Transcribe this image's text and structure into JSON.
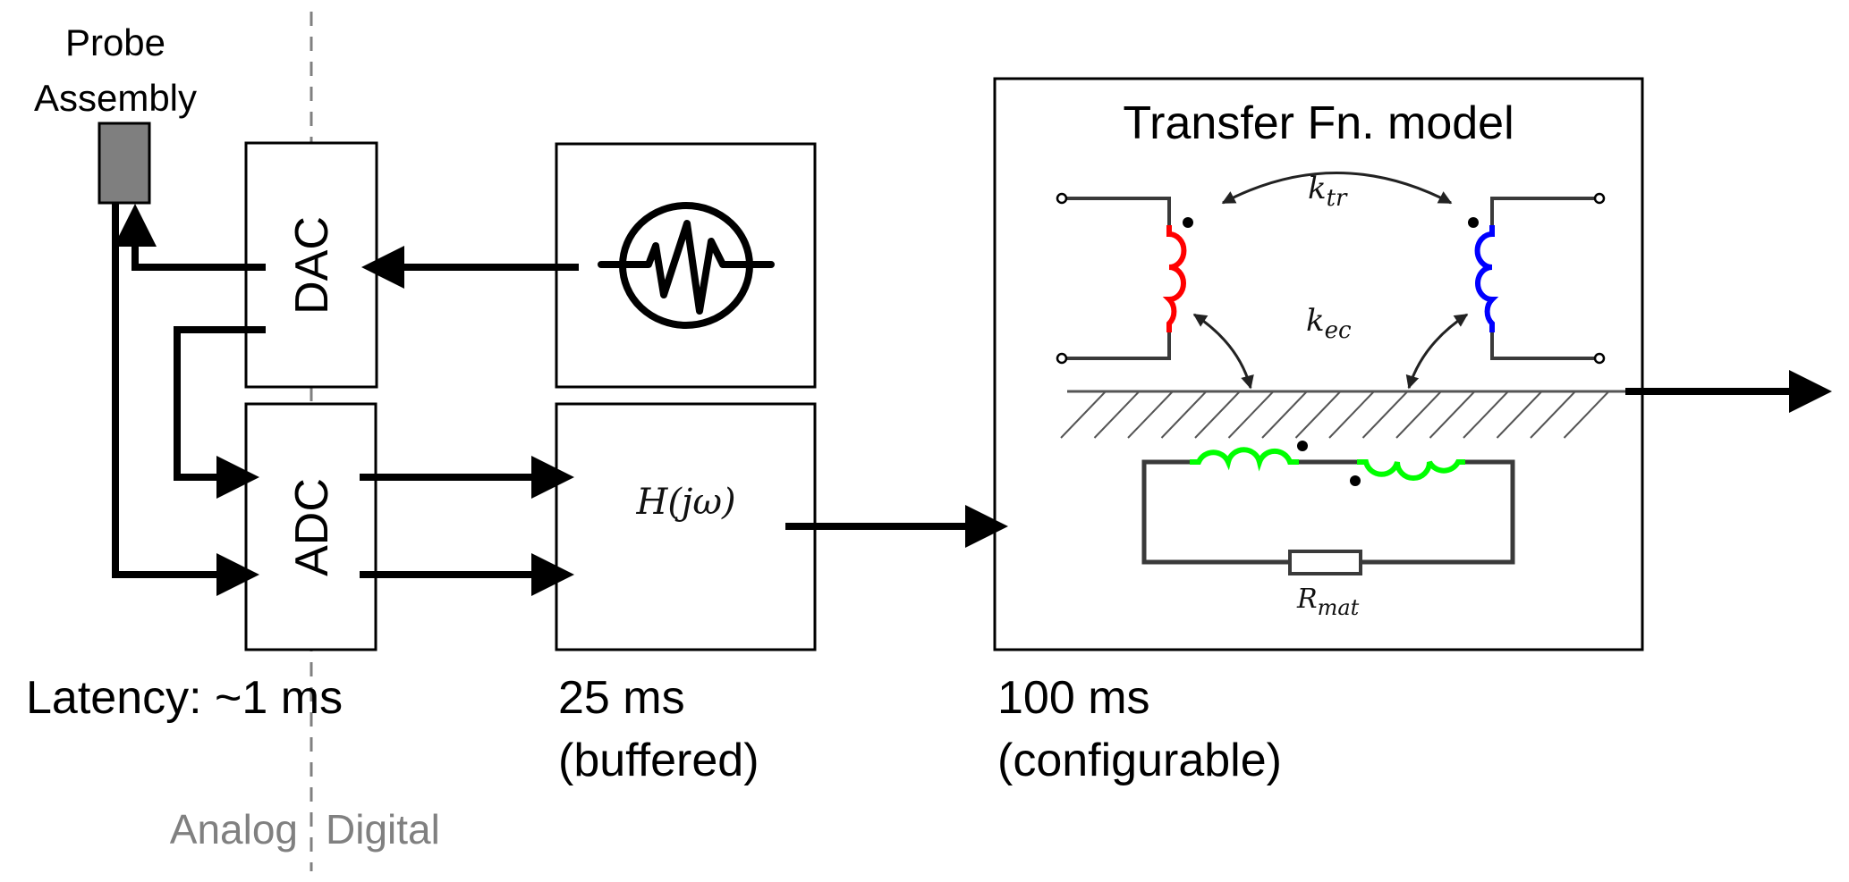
{
  "probe": {
    "label_line1": "Probe",
    "label_line2": "Assembly",
    "fill_color": "#7f7f7f"
  },
  "blocks": {
    "dac": {
      "label": "DAC"
    },
    "adc": {
      "label": "ADC"
    },
    "signal_generator": {
      "icon": "waveform-icon"
    },
    "filter": {
      "label": "H(jω)"
    },
    "transfer_model": {
      "title": "Transfer Fn. model",
      "k_tr": {
        "base": "k",
        "sub": "tr"
      },
      "k_ec": {
        "base": "k",
        "sub": "ec"
      },
      "r_mat": {
        "base": "R",
        "sub": "mat"
      },
      "primary_coil_color": "#ff0000",
      "secondary_coil_color": "#0000ff",
      "eddy_coil_color": "#00ff00"
    }
  },
  "latency": {
    "stage1": {
      "line1": "Latency: ~1 ms"
    },
    "stage2": {
      "line1": "25 ms",
      "line2": "(buffered)"
    },
    "stage3": {
      "line1": "100 ms",
      "line2": "(configurable)"
    }
  },
  "domains": {
    "left": "Analog",
    "right": "Digital",
    "text_color": "#808080"
  }
}
